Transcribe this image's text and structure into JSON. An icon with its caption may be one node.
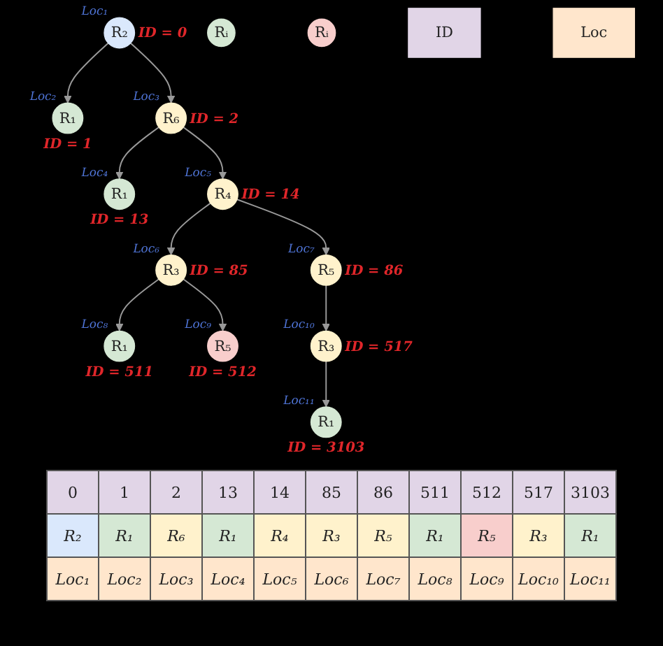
{
  "diagram": {
    "nodes": [
      {
        "text": [
          "R₂"
        ],
        "beside": [
          "Loc₁",
          "ID = 0"
        ]
      },
      {
        "text": [
          "R₁"
        ],
        "beside": [
          "Loc₂",
          "ID = 1"
        ]
      },
      {
        "text": [
          "R₆"
        ],
        "beside": [
          "Loc₃",
          "ID = 2"
        ]
      },
      {
        "text": [
          "R₁"
        ],
        "beside": [
          "Loc₄",
          "ID = 13"
        ]
      },
      {
        "text": [
          "R₄"
        ],
        "beside": [
          "Loc₅",
          "ID = 14"
        ]
      },
      {
        "text": [
          "R₃"
        ],
        "beside": [
          "Loc₆",
          "ID = 85"
        ]
      },
      {
        "text": [
          "R₅"
        ],
        "beside": [
          "Loc₇",
          "ID = 86"
        ]
      },
      {
        "text": [
          "R₁"
        ],
        "beside": [
          "Loc₈",
          "ID = 511"
        ]
      },
      {
        "text": [
          "R₅"
        ],
        "beside": [
          "Loc₉",
          "ID = 512"
        ]
      },
      {
        "text": [
          "R₃"
        ],
        "beside": [
          "Loc₁₀",
          "ID = 517"
        ]
      },
      {
        "text": [
          "R₁"
        ],
        "beside": [
          "Loc₁₁",
          "ID = 3103"
        ]
      },
      {
        "text": [
          "Rᵢ"
        ]
      },
      {
        "text": [
          "Rᵢ"
        ]
      },
      {
        "text": [
          "ID"
        ]
      },
      {
        "text": [
          "Loc"
        ]
      }
    ],
    "edges": [
      {
        "from": 0,
        "to": 1,
        "arrow": "to"
      },
      {
        "from": 0,
        "to": 2,
        "arrow": "to"
      },
      {
        "from": 2,
        "to": 3,
        "arrow": "to"
      },
      {
        "from": 2,
        "to": 4,
        "arrow": "to"
      },
      {
        "from": 4,
        "to": 5,
        "arrow": "to"
      },
      {
        "from": 4,
        "to": 6,
        "arrow": "to"
      },
      {
        "from": 5,
        "to": 7,
        "arrow": "to"
      },
      {
        "from": 5,
        "to": 8,
        "arrow": "to"
      },
      {
        "from": 6,
        "to": 9,
        "arrow": "to"
      },
      {
        "from": 9,
        "to": 10,
        "arrow": "to"
      }
    ],
    "labels": [
      "0",
      "1",
      "2",
      "13",
      "14",
      "85",
      "86",
      "511",
      "512",
      "517",
      "3103",
      "R₂",
      "R₁",
      "R₆",
      "R₁",
      "R₄",
      "R₃",
      "R₅",
      "R₁",
      "R₅",
      "R₃",
      "R₁",
      "Loc₁",
      "Loc₂",
      "Loc₃",
      "Loc₄",
      "Loc₅",
      "Loc₆",
      "Loc₇",
      "Loc₈",
      "Loc₉",
      "Loc₁₀",
      "Loc₁₁"
    ]
  }
}
